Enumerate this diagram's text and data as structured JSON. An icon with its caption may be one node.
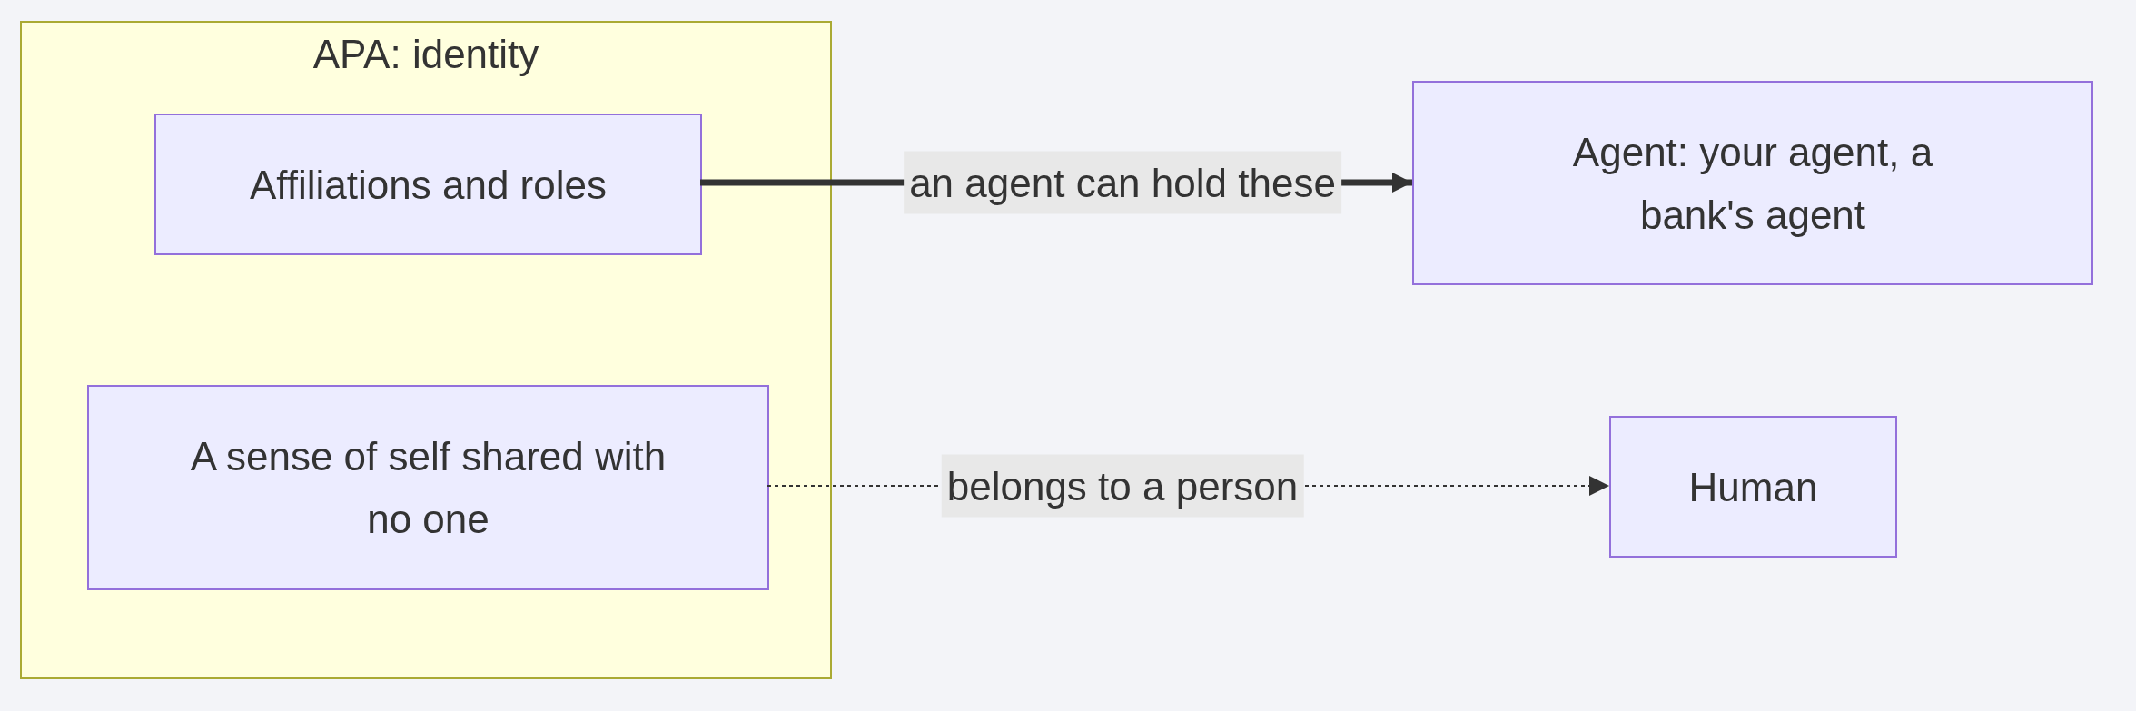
{
  "diagram": {
    "nodes": [
      {
        "text": [
          "APA: identity"
        ]
      },
      {
        "text": [
          "Affiliations and roles"
        ],
        "in": 0
      },
      {
        "text": [
          "A sense of self shared with no one"
        ],
        "in": 0
      },
      {
        "text": [
          "Agent: your agent, a bank's agent"
        ]
      },
      {
        "text": [
          "Human"
        ]
      }
    ],
    "edges": [
      {
        "from": 1,
        "to": 3,
        "arrow": "to",
        "label": "an agent can hold these",
        "style": "thick"
      },
      {
        "from": 2,
        "to": 4,
        "arrow": "to",
        "label": "belongs to a person",
        "style": "dashed"
      }
    ]
  }
}
